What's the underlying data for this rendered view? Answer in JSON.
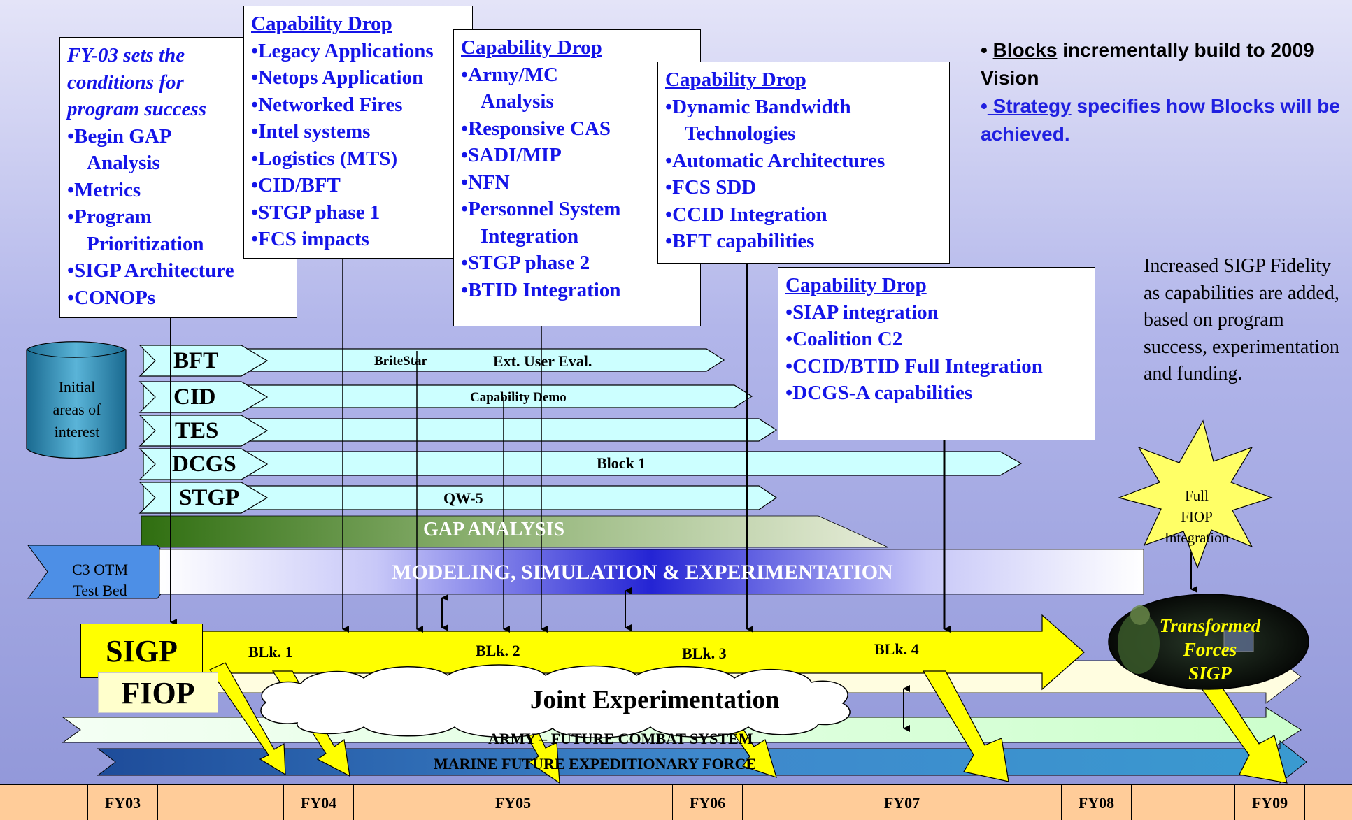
{
  "boxes": {
    "fy03": {
      "intro": [
        "FY-03 sets the",
        "conditions for",
        "program success"
      ],
      "items": [
        "•Begin GAP",
        "Analysis",
        "•Metrics",
        "•Program",
        "Prioritization",
        "•SIGP Architecture",
        "•CONOPs"
      ]
    },
    "drop1": {
      "heading": "Capability Drop",
      "items": [
        "•Legacy Applications",
        "•Netops Application",
        "•Networked Fires",
        "•Intel systems",
        "•Logistics (MTS)",
        "•CID/BFT",
        "•STGP phase 1",
        "•FCS impacts"
      ]
    },
    "drop2": {
      "heading": "Capability Drop",
      "items": [
        "•Army/MC",
        "Analysis",
        "•Responsive CAS",
        "•SADI/MIP",
        "•NFN",
        "•Personnel System",
        "Integration",
        "•STGP phase 2",
        "•BTID Integration"
      ]
    },
    "drop3": {
      "heading": "Capability Drop",
      "items": [
        "•Dynamic Bandwidth",
        "Technologies",
        "•Automatic Architectures",
        "•FCS SDD",
        "•CCID Integration",
        "•BFT capabilities"
      ]
    },
    "drop4": {
      "heading": "Capability Drop",
      "items": [
        "•SIAP integration",
        "•Coalition C2",
        "•CCID/BTID Full Integration",
        "•DCGS-A capabilities"
      ]
    }
  },
  "notes": {
    "n1_bullet": "•",
    "n1_u": "Blocks",
    "n1_rest": " incrementally build to 2009 Vision",
    "n2_bullet": "•",
    "n2_u": " Strategy",
    "n2_rest": " specifies how Blocks will be achieved."
  },
  "fidelity": "Increased SIGP Fidelity as capabilities are added, based on program success, experimentation and funding.",
  "initial_areas": [
    "Initial",
    "areas of",
    "interest"
  ],
  "tracks": {
    "labels": [
      "BFT",
      "CID",
      "TES",
      "DCGS",
      "STGP"
    ],
    "briteStar": "BriteStar",
    "extUser": "Ext. User Eval.",
    "capDemo": "Capability Demo",
    "block1": "Block 1",
    "qw5": "QW-5"
  },
  "gap": "GAP ANALYSIS",
  "c3": [
    "C3 OTM",
    "Test Bed"
  ],
  "mse": "MODELING, SIMULATION & EXPERIMENTATION",
  "full_fiop": [
    "Full",
    "FIOP",
    "Integration"
  ],
  "sigp": "SIGP",
  "fiop": "FIOP",
  "blocks": [
    "BLk. 1",
    "BLk. 2",
    "BLk. 3",
    "BLk. 4"
  ],
  "transformed": [
    "Transformed",
    "Forces",
    "SIGP"
  ],
  "joint": "Joint Experimentation",
  "army": "ARMY – FUTURE COMBAT SYSTEM",
  "marine": "MARINE FUTURE EXPEDITIONARY FORCE",
  "fy": [
    "FY03",
    "FY04",
    "FY05",
    "FY06",
    "FY07",
    "FY08",
    "FY09"
  ],
  "colors": {
    "blue_text": "#1414e8",
    "track_cyan": "#ccffff",
    "sigp_yellow": "#ffff00",
    "gap_green": "#3c7a14",
    "mse_blue": "#2a2ad8",
    "timeline": "#ffcc99"
  }
}
